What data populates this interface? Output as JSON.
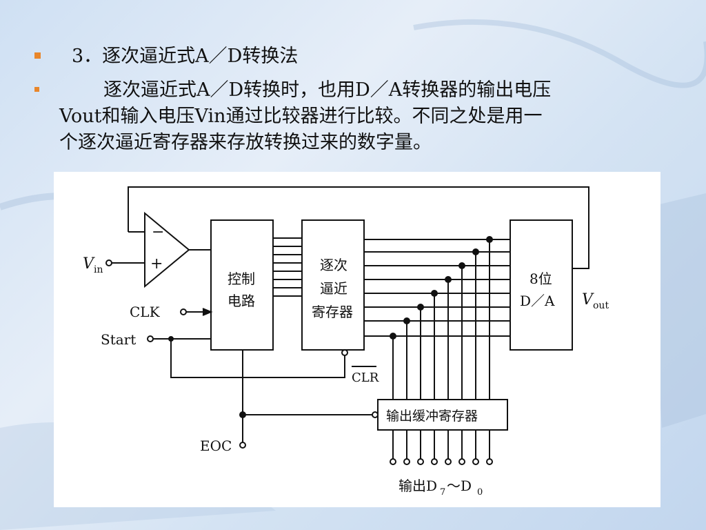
{
  "heading": "3．逐次逼近式A／D转换法",
  "paragraph_lines": [
    "逐次逼近式A／D转换时，也用D／A转换器的输出电压",
    "Vout和输入电压Vin通过比较器进行比较。不同之处是用一",
    "个逐次逼近寄存器来存放转换过来的数字量。"
  ],
  "diagram": {
    "vin_label": "V",
    "vin_sub": "in",
    "minus": "−",
    "plus": "+",
    "clk": "CLK",
    "start": "Start",
    "eoc": "EOC",
    "control_box": [
      "控制",
      "电路"
    ],
    "sar_box": [
      "逐次",
      "逼近",
      "寄存器"
    ],
    "dac_box": [
      "8位",
      "D／A"
    ],
    "vout_label": "V",
    "vout_sub": "out",
    "clr": "CLR",
    "buffer": "输出缓冲寄存器",
    "output_label": "输出D",
    "output_sub1": "7",
    "output_tilde": "～D",
    "output_sub2": "0"
  }
}
